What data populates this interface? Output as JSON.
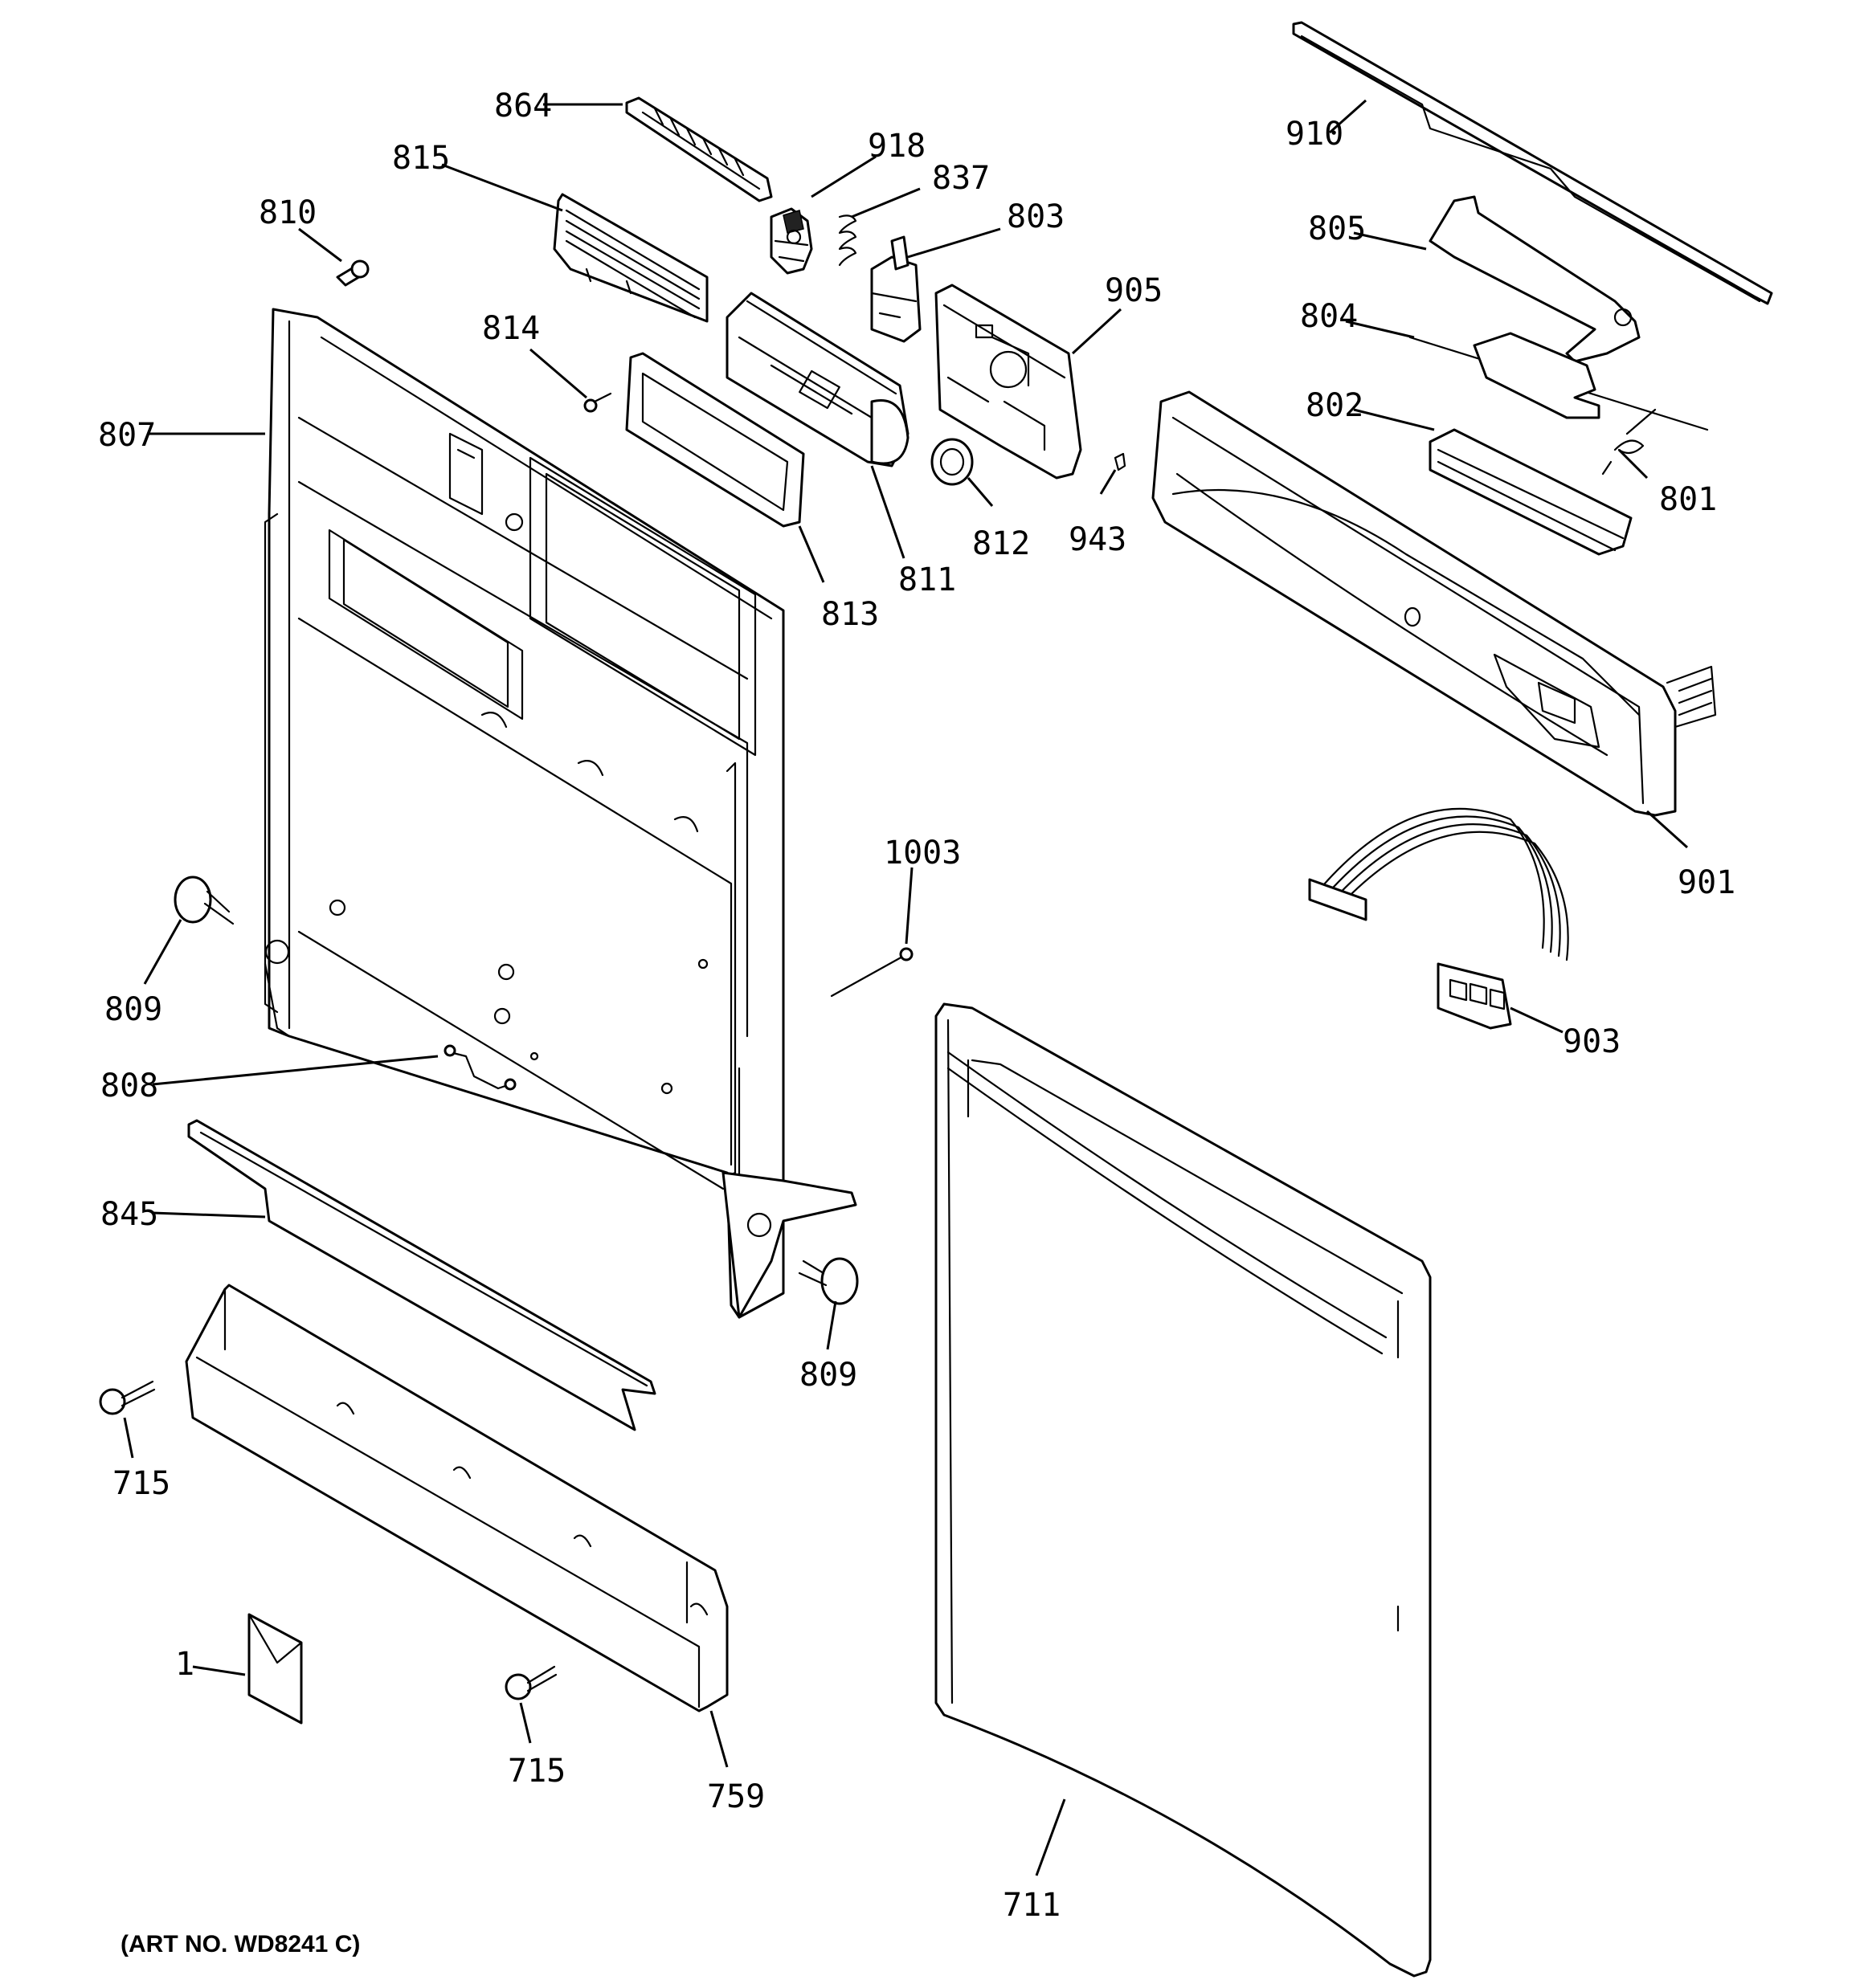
{
  "colors": {
    "line": "#000000",
    "paper": "#ffffff"
  },
  "art_number": "(ART NO. WD8241 C)",
  "callouts": [
    {
      "id": "864",
      "label": "864"
    },
    {
      "id": "918",
      "label": "918"
    },
    {
      "id": "815",
      "label": "815"
    },
    {
      "id": "837",
      "label": "837"
    },
    {
      "id": "810",
      "label": "810"
    },
    {
      "id": "803",
      "label": "803"
    },
    {
      "id": "910",
      "label": "910"
    },
    {
      "id": "805",
      "label": "805"
    },
    {
      "id": "905",
      "label": "905"
    },
    {
      "id": "804",
      "label": "804"
    },
    {
      "id": "814",
      "label": "814"
    },
    {
      "id": "802",
      "label": "802"
    },
    {
      "id": "807",
      "label": "807"
    },
    {
      "id": "801",
      "label": "801"
    },
    {
      "id": "812",
      "label": "812"
    },
    {
      "id": "943",
      "label": "943"
    },
    {
      "id": "811",
      "label": "811"
    },
    {
      "id": "813",
      "label": "813"
    },
    {
      "id": "1003",
      "label": "1003"
    },
    {
      "id": "901",
      "label": "901"
    },
    {
      "id": "809a",
      "label": "809"
    },
    {
      "id": "903",
      "label": "903"
    },
    {
      "id": "808",
      "label": "808"
    },
    {
      "id": "845",
      "label": "845"
    },
    {
      "id": "809b",
      "label": "809"
    },
    {
      "id": "715a",
      "label": "715"
    },
    {
      "id": "1",
      "label": "1"
    },
    {
      "id": "715b",
      "label": "715"
    },
    {
      "id": "759",
      "label": "759"
    },
    {
      "id": "711",
      "label": "711"
    }
  ]
}
